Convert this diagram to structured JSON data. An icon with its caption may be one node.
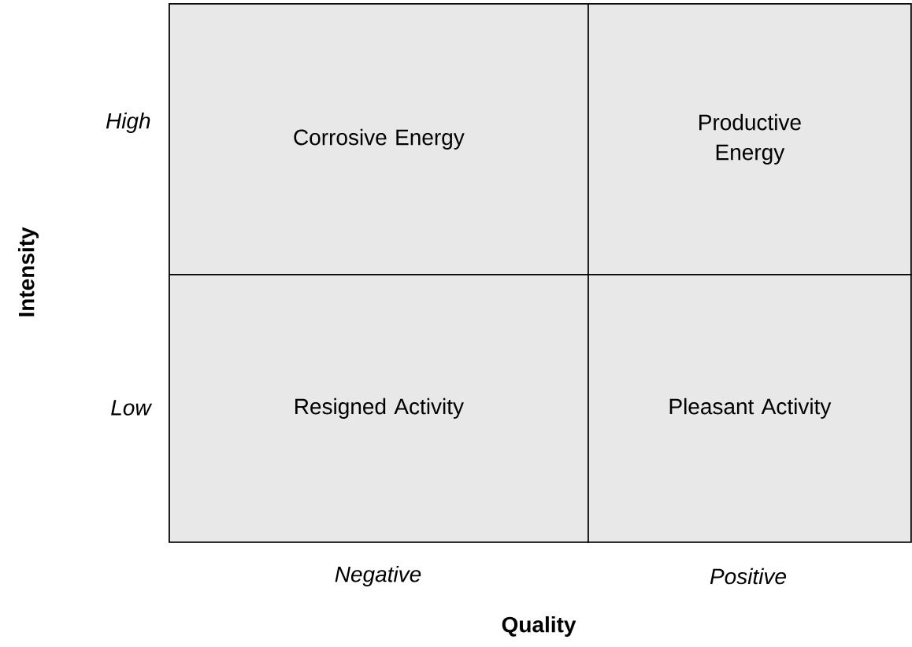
{
  "diagram": {
    "nodes": [
      {
        "text": [
          "Corrosive Energy"
        ]
      },
      {
        "text": [
          "Productive Energy"
        ]
      },
      {
        "text": [
          "Resigned Activity"
        ]
      },
      {
        "text": [
          "Pleasant Activity"
        ]
      }
    ],
    "labels": [
      "Intensity",
      "High",
      "Low",
      "Negative",
      "Positive",
      "Quality"
    ]
  }
}
